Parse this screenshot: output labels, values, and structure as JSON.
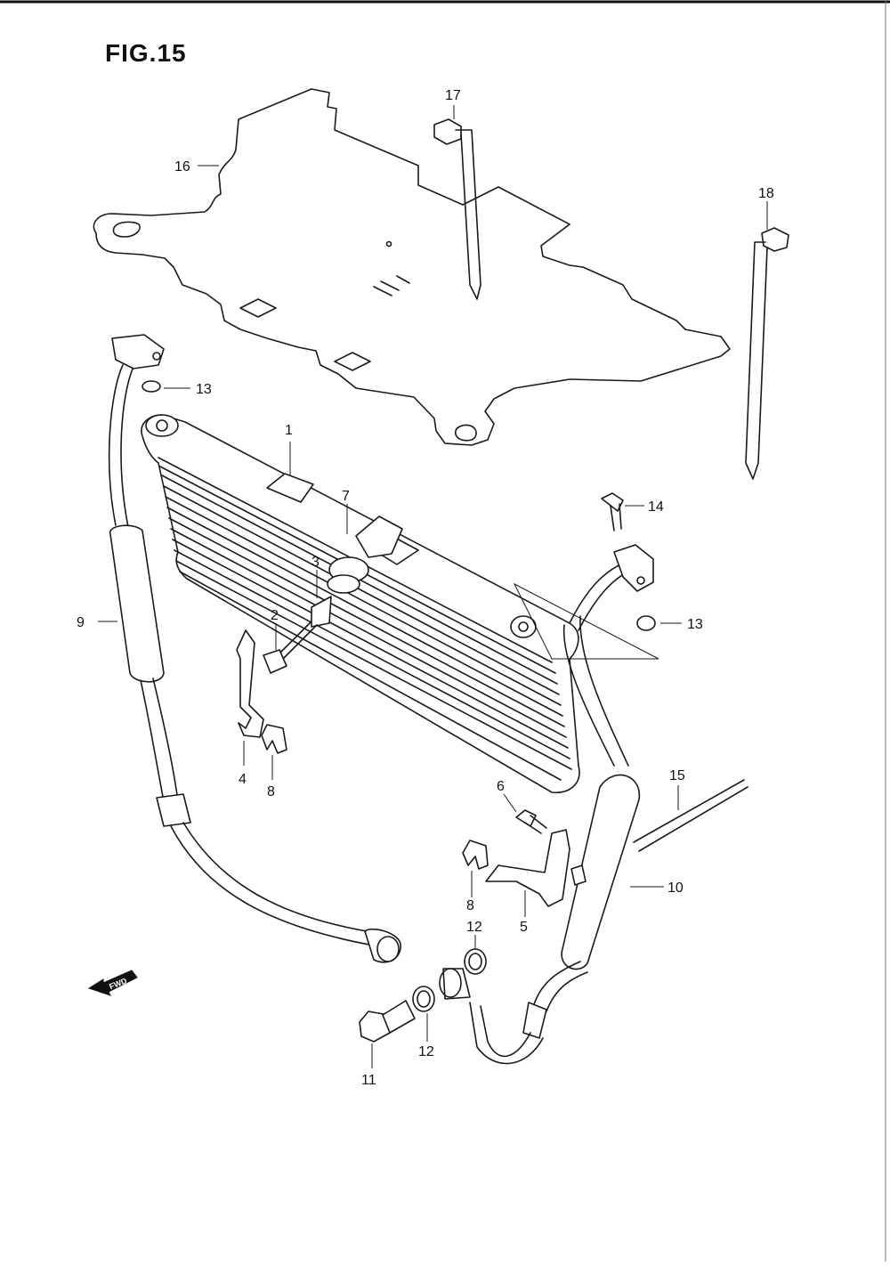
{
  "figure": {
    "title": "FIG.15"
  },
  "fwd_badge": "FWD",
  "callouts": [
    "1",
    "2",
    "3",
    "4",
    "5",
    "6",
    "7",
    "8",
    "8",
    "9",
    "10",
    "11",
    "12",
    "12",
    "13",
    "13",
    "14",
    "15",
    "16",
    "17",
    "18"
  ]
}
